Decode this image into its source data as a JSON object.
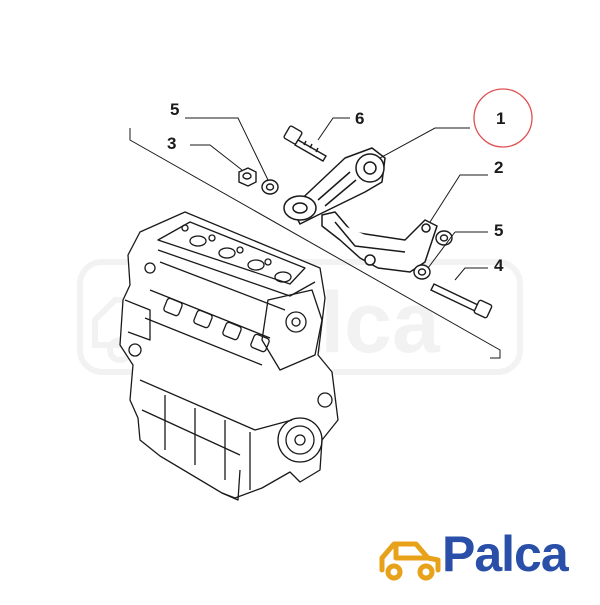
{
  "callouts": [
    {
      "id": "callout-1",
      "label": "1"
    },
    {
      "id": "callout-2",
      "label": "2"
    },
    {
      "id": "callout-3",
      "label": "3"
    },
    {
      "id": "callout-4",
      "label": "4"
    },
    {
      "id": "callout-5-top",
      "label": "5"
    },
    {
      "id": "callout-5-right",
      "label": "5"
    },
    {
      "id": "callout-6",
      "label": "6"
    }
  ],
  "highlight": {
    "target": "1",
    "color": "#e05050"
  },
  "watermark": {
    "text": "Palca"
  },
  "logo": {
    "text": "Palca",
    "text_color": "#2a4fa8",
    "car_icon": "car-outline-icon",
    "car_color": "#e8a21a"
  },
  "colors": {
    "line": "#1a1a1a",
    "background": "#ffffff"
  }
}
